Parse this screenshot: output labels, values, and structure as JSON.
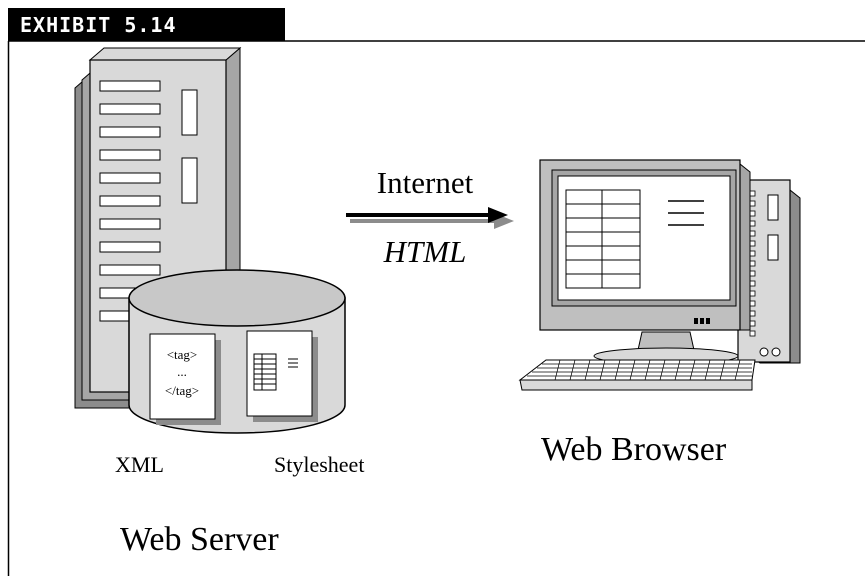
{
  "exhibit": {
    "label": "EXHIBIT 5.14",
    "header_bg": "#000000",
    "header_text_color": "#ffffff"
  },
  "diagram": {
    "connection": {
      "top_label": "Internet",
      "bottom_label": "HTML"
    },
    "server": {
      "title": "Web Server",
      "database": {
        "xml_doc_lines": [
          "<tag>",
          "...",
          "</tag>"
        ],
        "xml_label": "XML",
        "stylesheet_label": "Stylesheet"
      }
    },
    "client": {
      "title": "Web Browser"
    },
    "colors": {
      "tower_front": "#d9d9d9",
      "tower_side": "#a6a6a6",
      "shadow": "#8c8c8c",
      "screen_frame": "#bfbfbf",
      "line": "#000000"
    }
  }
}
